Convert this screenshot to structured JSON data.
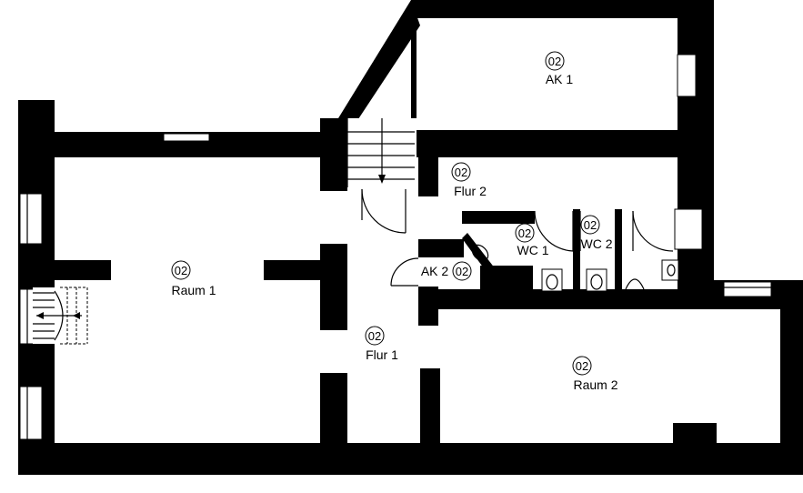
{
  "floor_level": "02",
  "rooms": {
    "ak1": {
      "label": "AK 1",
      "level": "02"
    },
    "flur2": {
      "label": "Flur 2",
      "level": "02"
    },
    "wc1": {
      "label": "WC 1",
      "level": "02"
    },
    "wc2": {
      "label": "WC 2",
      "level": "02"
    },
    "ak2": {
      "label": "AK 2",
      "level": "02"
    },
    "raum1": {
      "label": "Raum 1",
      "level": "02"
    },
    "flur1": {
      "label": "Flur 1",
      "level": "02"
    },
    "raum2": {
      "label": "Raum 2",
      "level": "02"
    }
  },
  "colors": {
    "wall": "#000000",
    "background": "#ffffff"
  }
}
